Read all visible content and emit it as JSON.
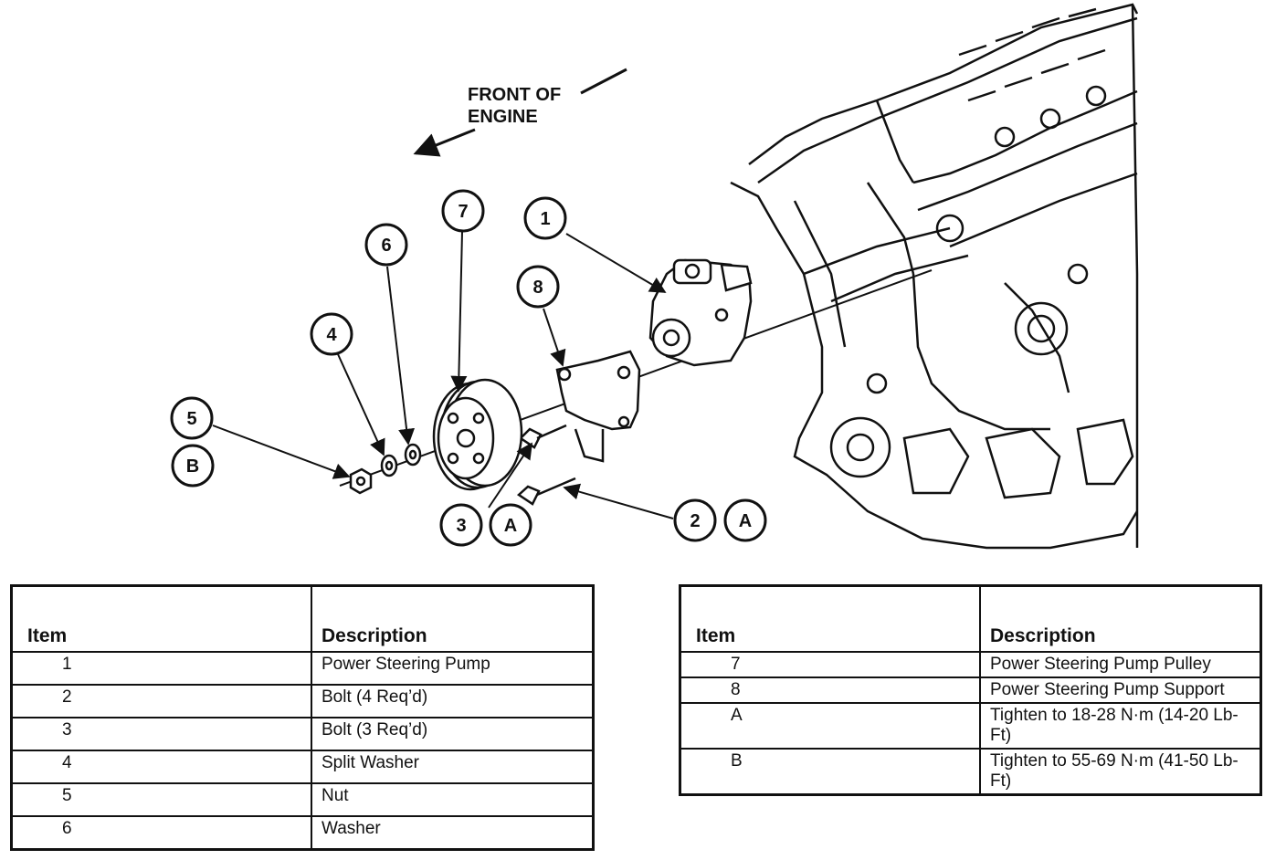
{
  "diagram": {
    "front_label_line1": "FRONT OF",
    "front_label_line2": "ENGINE",
    "callouts": [
      "1",
      "2",
      "3",
      "4",
      "5",
      "6",
      "7",
      "8"
    ],
    "letter_callouts": {
      "a_near_3": "A",
      "a_near_2": "A",
      "b": "B"
    }
  },
  "tables": {
    "left": {
      "header_item": "Item",
      "header_desc": "Description",
      "rows": [
        {
          "item": "1",
          "desc": "Power Steering Pump"
        },
        {
          "item": "2",
          "desc": "Bolt (4 Req’d)"
        },
        {
          "item": "3",
          "desc": "Bolt (3 Req’d)"
        },
        {
          "item": "4",
          "desc": "Split Washer"
        },
        {
          "item": "5",
          "desc": "Nut"
        },
        {
          "item": "6",
          "desc": "Washer"
        }
      ]
    },
    "right": {
      "header_item": "Item",
      "header_desc": "Description",
      "rows": [
        {
          "item": "7",
          "desc": "Power Steering Pump Pulley"
        },
        {
          "item": "8",
          "desc": "Power Steering Pump Support"
        },
        {
          "item": "A",
          "desc": "Tighten to 18-28 N·m (14-20 Lb-Ft)"
        },
        {
          "item": "B",
          "desc": "Tighten to 55-69 N·m (41-50 Lb-Ft)"
        }
      ]
    }
  }
}
